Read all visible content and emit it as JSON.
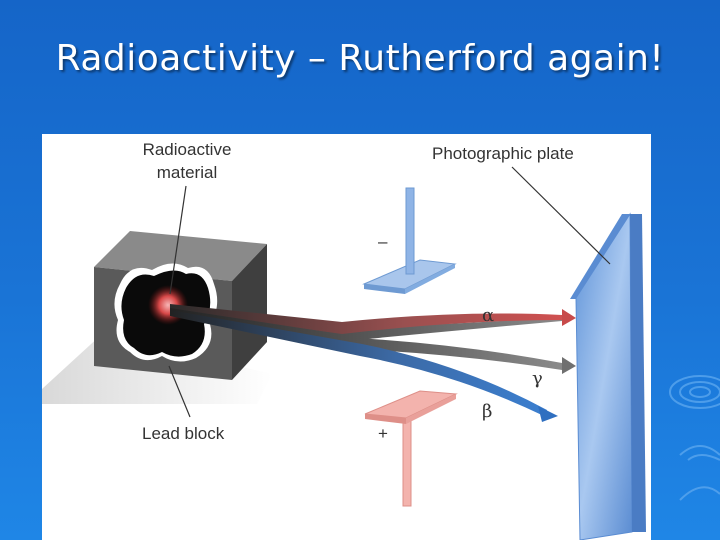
{
  "slide": {
    "title": "Radioactivity – Rutherford again!"
  },
  "diagram": {
    "labels": {
      "radioactive_material_line1": "Radioactive",
      "radioactive_material_line2": "material",
      "photographic_plate": "Photographic plate",
      "lead_block": "Lead block",
      "negative_plate": "–",
      "positive_plate": "+"
    },
    "rays": {
      "alpha": "α",
      "gamma": "γ",
      "beta": "β"
    },
    "colors": {
      "background": "#1a74d6",
      "alpha_ray": "#c84a4a",
      "gamma_ray": "#707070",
      "beta_ray": "#2f6fc0",
      "negative_plate": "#a9c6ec",
      "positive_plate": "#f3b3ad",
      "photographic_plate": "#7aa6e0",
      "lead_block": "#555555"
    }
  }
}
